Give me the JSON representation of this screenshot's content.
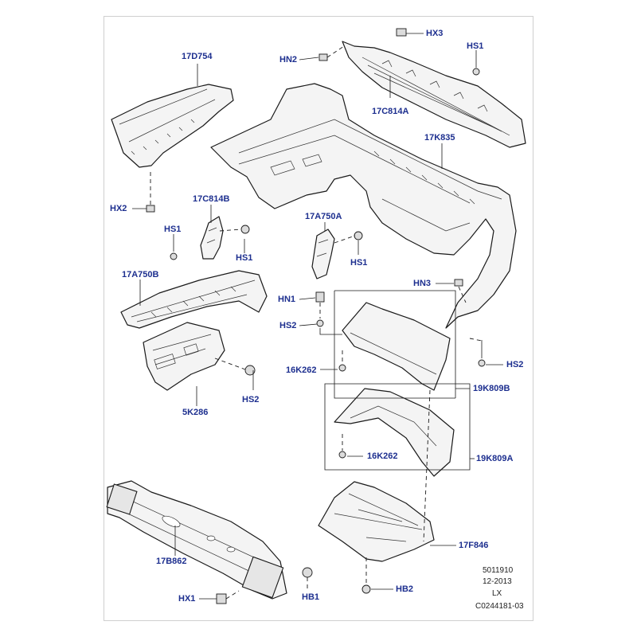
{
  "labels": {
    "hx3": "HX3",
    "hs1_top": "HS1",
    "hn2": "HN2",
    "c17d754": "17D754",
    "c17c814a": "17C814A",
    "c17k835": "17K835",
    "hx2": "HX2",
    "c17c814b": "17C814B",
    "hs1_left": "HS1",
    "hs1_mid": "HS1",
    "c17a750a": "17A750A",
    "hs1_center": "HS1",
    "c17a750b": "17A750B",
    "hn1": "HN1",
    "hn3": "HN3",
    "hs2_mid": "HS2",
    "c16k262_a": "16K262",
    "hs2_right": "HS2",
    "hs2_left": "HS2",
    "c19k809b": "19K809B",
    "c5k286": "5K286",
    "c16k262_b": "16K262",
    "c19k809a": "19K809A",
    "c17f846": "17F846",
    "c17b862": "17B862",
    "hb1": "HB1",
    "hx1": "HX1",
    "hb2": "HB2"
  },
  "reference": {
    "line1": "5011910",
    "line2": "12-2013",
    "line3": "LX",
    "line4": "C0244181-03"
  },
  "colors": {
    "label": "#1d2f8f",
    "line": "#1a1a1a",
    "part_fill": "#f4f4f4"
  }
}
